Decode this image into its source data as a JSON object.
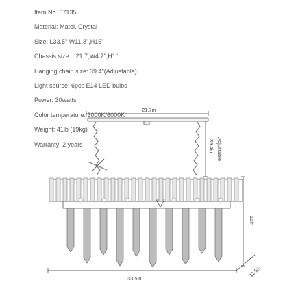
{
  "specs": [
    "Item No. 67135",
    "Material: Matel, Crystal",
    "Size: L33.5\"  W11.8\",H15\"",
    "Chassis size: L21.7,W4.7\",H1\"",
    "Hanging chain size: 39.4\"(Adjustable)",
    "Light source: 6pcs E14 LED bulbs",
    "Power: 30watts",
    "Color temperature: 3000K/6000K",
    "Weight: 41lb (19kg)",
    "Warranty: 2 years"
  ],
  "dimensions": {
    "chassis_width": "21.7in",
    "chain_length": "39.4in",
    "adjustable": "Adjustable",
    "body_height": "15in",
    "body_length": "33.5in",
    "body_width": "11.8in"
  },
  "colors": {
    "crystal": "#7a7a7a",
    "metal": "#555555",
    "dimension_line": "#333333"
  }
}
